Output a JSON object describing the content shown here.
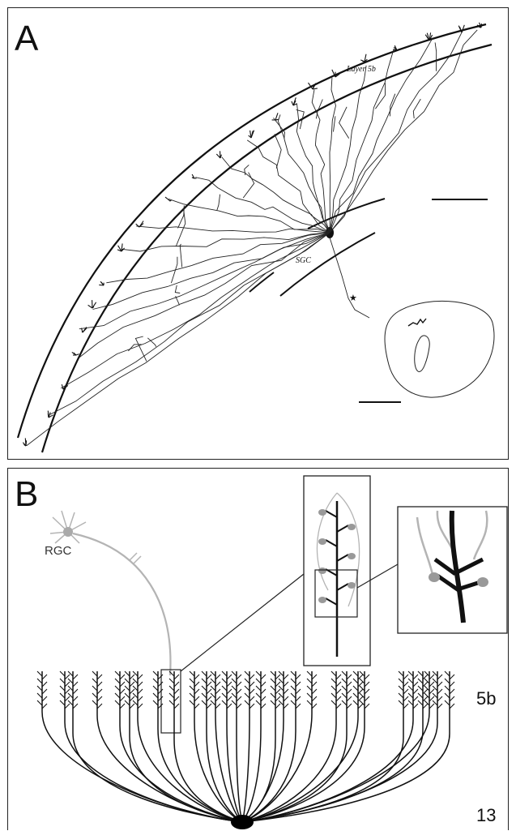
{
  "panel_a": {
    "label": "A",
    "layer_label": "Layer 5b",
    "cell_label": "SGC"
  },
  "panel_b": {
    "label": "B",
    "rgc_label": "RGC",
    "layer_top": "5b",
    "layer_bottom": "13"
  },
  "colors": {
    "line": "#111111",
    "gray_axon": "#b4b4b4",
    "bouton": "#999999"
  }
}
